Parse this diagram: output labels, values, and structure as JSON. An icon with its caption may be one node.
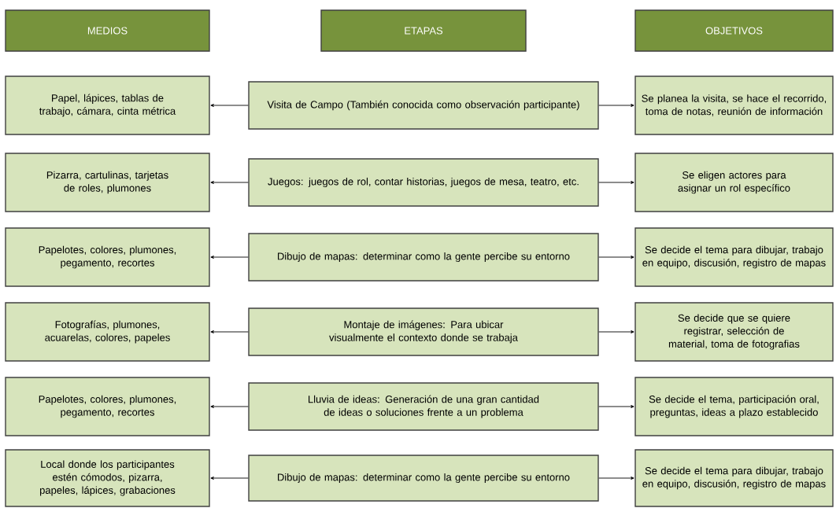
{
  "diagram": {
    "nodes": [
      {
        "text": [
          "MEDIOS"
        ]
      },
      {
        "text": [
          "ETAPAS"
        ]
      },
      {
        "text": [
          "OBJETIVOS"
        ]
      },
      {
        "text": [
          "Papel, lápices, tablas de trabajo, cámara, cinta métrica"
        ]
      },
      {
        "text": [
          "Visita de Campo (También conocida como observación participante)"
        ]
      },
      {
        "text": [
          "Se planea la visita, se hace el recorrido, toma de notas, reunión de información"
        ]
      },
      {
        "text": [
          "Pizarra, cartulinas, tarjetas de roles, plumones"
        ]
      },
      {
        "text": [
          "Juegos: juegos de rol, contar historias, juegos de mesa, teatro, etc."
        ]
      },
      {
        "text": [
          "Se eligen actores para asignar un rol específico"
        ]
      },
      {
        "text": [
          "Papelotes, colores, plumones, pegamento, recortes"
        ]
      },
      {
        "text": [
          "Dibujo de mapas: determinar como la gente percibe su entorno"
        ]
      },
      {
        "text": [
          "Se decide el tema para dibujar, trabajo en equipo, discusión, registro de mapas"
        ]
      },
      {
        "text": [
          "Fotografías, plumones, acuarelas, colores, papeles"
        ]
      },
      {
        "text": [
          "Montaje de imágenes: Para ubicar visualmente el contexto donde se trabaja"
        ]
      },
      {
        "text": [
          "Se decide que se quiere registrar, selección de material, toma de fotografias"
        ]
      },
      {
        "text": [
          "Papelotes, colores, plumones, pegamento, recortes"
        ]
      },
      {
        "text": [
          "Lluvia de ideas: Generación de una gran cantidad de ideas o soluciones frente a un problema"
        ]
      },
      {
        "text": [
          "Se decide el tema, participación oral, preguntas, ideas a plazo establecido"
        ]
      },
      {
        "text": [
          "Local donde los participantes estén cómodos, pizarra, papeles, lápices, grabaciones"
        ]
      },
      {
        "text": [
          "Dibujo de mapas: determinar como la gente percibe su entorno"
        ]
      },
      {
        "text": [
          "Se decide el tema para dibujar, trabajo en equipo, discusión, registro de mapas"
        ]
      }
    ],
    "edges": [
      {
        "from": 4,
        "to": 3,
        "arrow": "to"
      },
      {
        "from": 4,
        "to": 5,
        "arrow": "to"
      },
      {
        "from": 7,
        "to": 6,
        "arrow": "to"
      },
      {
        "from": 7,
        "to": 8,
        "arrow": "to"
      },
      {
        "from": 10,
        "to": 9,
        "arrow": "to"
      },
      {
        "from": 10,
        "to": 11,
        "arrow": "to"
      },
      {
        "from": 13,
        "to": 12,
        "arrow": "to"
      },
      {
        "from": 13,
        "to": 14,
        "arrow": "to"
      },
      {
        "from": 16,
        "to": 15,
        "arrow": "to"
      },
      {
        "from": 16,
        "to": 17,
        "arrow": "to"
      },
      {
        "from": 19,
        "to": 18,
        "arrow": "to"
      },
      {
        "from": 19,
        "to": 20,
        "arrow": "to"
      }
    ]
  }
}
